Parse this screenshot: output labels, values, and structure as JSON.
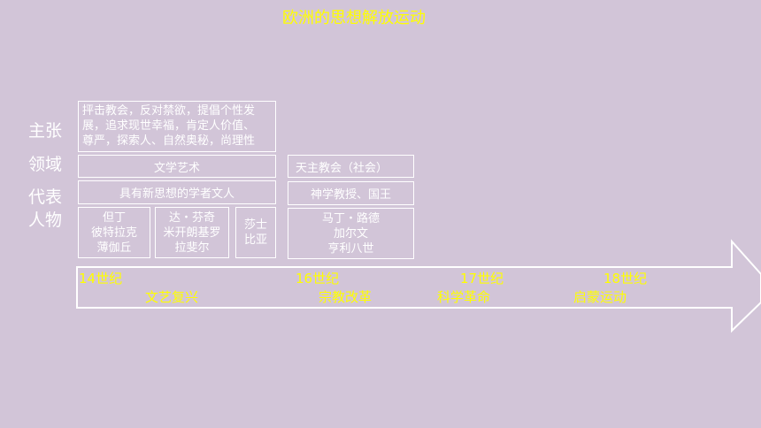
{
  "title": "欧洲的思想解放运动",
  "side_labels": {
    "claim": "主张",
    "field": "领域",
    "rep1": "代表",
    "rep2": "人物"
  },
  "renaissance": {
    "claim_lines": [
      "抨击教会，反对禁欲，提倡个性发",
      "展，追求现世幸福，肯定人价值、",
      "尊严，探索人、自然奥秘，尚理性"
    ],
    "field": "文学艺术",
    "representatives": "具有新思想的学者文人",
    "people_group1": [
      "但丁",
      "彼特拉克",
      "薄伽丘"
    ],
    "people_group2": [
      "达・芬奇",
      "米开朗基罗",
      "拉斐尔"
    ],
    "people_group3": [
      "莎士",
      "比亚"
    ]
  },
  "reformation": {
    "field": "天主教会（社会）",
    "representatives": "神学教授、国王",
    "people": [
      "马丁・路德",
      "加尔文",
      "亨利八世"
    ]
  },
  "timeline": {
    "centuries": [
      "14世纪",
      "16世纪",
      "17世纪",
      "18世纪"
    ],
    "movements": [
      "文艺复兴",
      "宗教改革",
      "科学革命",
      "启蒙运动"
    ]
  },
  "colors": {
    "background": "#d2c5d8",
    "accent": "#ffff00",
    "line": "#ffffff"
  }
}
